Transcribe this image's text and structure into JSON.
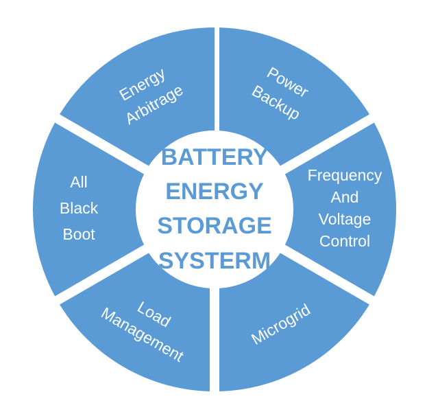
{
  "diagram": {
    "center_lines": [
      "BATTERY",
      "ENERGY",
      "STORAGE",
      "SYSTERM"
    ],
    "segments": [
      {
        "id": "power-backup",
        "lines": [
          "Power",
          "Backup"
        ]
      },
      {
        "id": "frequency-voltage-control",
        "lines": [
          "Frequency",
          "And",
          "Voltage",
          "Control"
        ]
      },
      {
        "id": "microgrid",
        "lines": [
          "Microgrid"
        ]
      },
      {
        "id": "load-management",
        "lines": [
          "Load",
          "Management"
        ]
      },
      {
        "id": "all-black-boot",
        "lines": [
          "All",
          "Black",
          "Boot"
        ]
      },
      {
        "id": "energy-arbitrage",
        "lines": [
          "Energy",
          "Arbitrage"
        ]
      }
    ],
    "colors": {
      "segment_fill": "#5b9bd5",
      "segment_text": "#ffffff",
      "center_fill": "#ffffff",
      "center_text": "#5b9bd5",
      "background": "#ffffff"
    }
  }
}
